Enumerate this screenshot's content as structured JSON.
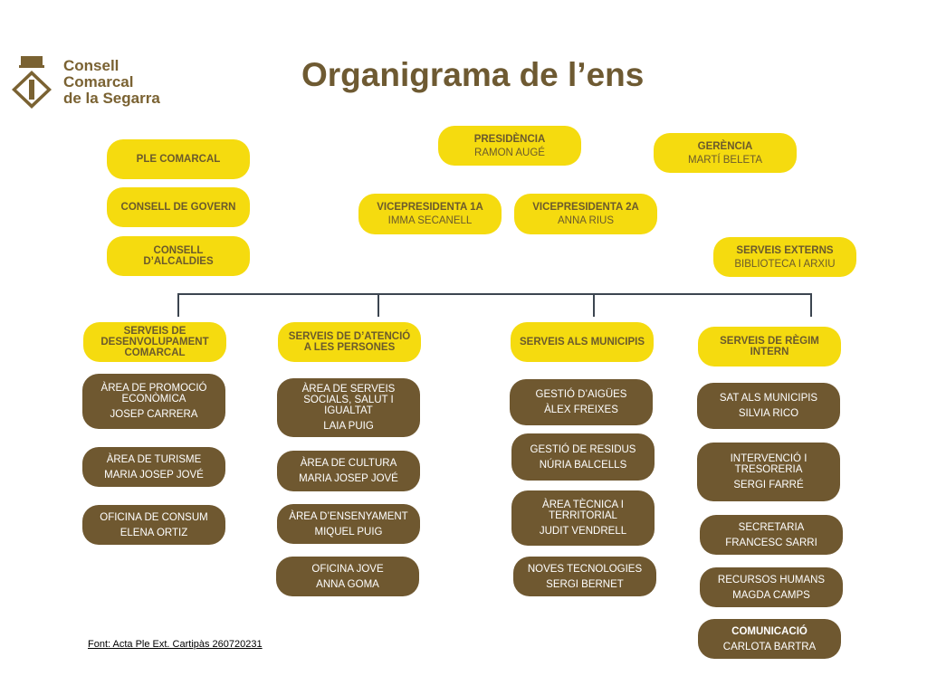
{
  "logo": {
    "text": "Consell\nComarcal\nde la Segarra"
  },
  "title": "Organigrama de l’ens",
  "top": {
    "ple": {
      "title": "PLE COMARCAL"
    },
    "govern": {
      "title": "CONSELL DE GOVERN"
    },
    "alcaldies": {
      "title": "CONSELL\nD’ALCALDIES"
    },
    "presidencia": {
      "title": "PRESIDÈNCIA",
      "name": "RAMON AUGÉ"
    },
    "gerencia": {
      "title": "GERÈNCIA",
      "name": "MARTÍ BELETA"
    },
    "vice1": {
      "title": "VICEPRESIDENTA 1A",
      "name": "IMMA SECANELL"
    },
    "vice2": {
      "title": "VICEPRESIDENTA 2A",
      "name": "ANNA RIUS"
    },
    "externs": {
      "title": "SERVEIS EXTERNS",
      "name": "BIBLIOTECA I ARXIU"
    }
  },
  "columns": [
    {
      "header": "SERVEIS DE\nDESENVOLUPAMENT\nCOMARCAL",
      "units": [
        {
          "title": "ÀREA DE PROMOCIÓ\nECONÒMICA",
          "name": "JOSEP CARRERA"
        },
        {
          "title": "ÀREA DE TURISME",
          "name": "MARIA JOSEP JOVÉ"
        },
        {
          "title": "OFICINA DE CONSUM",
          "name": "ELENA ORTIZ"
        }
      ]
    },
    {
      "header": "SERVEIS DE D’ATENCIÓ\nA LES PERSONES",
      "units": [
        {
          "title": "ÀREA DE SERVEIS\nSOCIALS, SALUT I\nIGUALTAT",
          "name": "LAIA PUIG"
        },
        {
          "title": "ÀREA DE CULTURA",
          "name": "MARIA JOSEP JOVÉ"
        },
        {
          "title": "ÀREA D’ENSENYAMENT",
          "name": "MIQUEL PUIG"
        },
        {
          "title": "OFICINA JOVE",
          "name": "ANNA GOMA"
        }
      ]
    },
    {
      "header": "SERVEIS ALS MUNICIPIS",
      "units": [
        {
          "title": "GESTIÓ D’AIGÜES",
          "name": "ÀLEX FREIXES"
        },
        {
          "title": "GESTIÓ DE RESIDUS",
          "name": "NÚRIA BALCELLS"
        },
        {
          "title": "ÀREA TÈCNICA I\nTERRITORIAL",
          "name": "JUDIT VENDRELL"
        },
        {
          "title": "NOVES TECNOLOGIES",
          "name": "SERGI BERNET"
        }
      ]
    },
    {
      "header": "SERVEIS DE RÈGIM\nINTERN",
      "units": [
        {
          "title": "SAT ALS MUNICIPIS",
          "name": "SILVIA RICO"
        },
        {
          "title": "INTERVENCIÓ I\nTRESORERIA",
          "name": "SERGI FARRÉ"
        },
        {
          "title": "SECRETARIA",
          "name": "FRANCESC SARRI"
        },
        {
          "title": "RECURSOS HUMANS",
          "name": "MAGDA CAMPS"
        },
        {
          "title": "COMUNICACIÓ",
          "name": "CARLOTA BARTRA"
        }
      ]
    }
  ],
  "footnote": "Font: Acta Ple Ext. Cartipàs 260720231"
}
